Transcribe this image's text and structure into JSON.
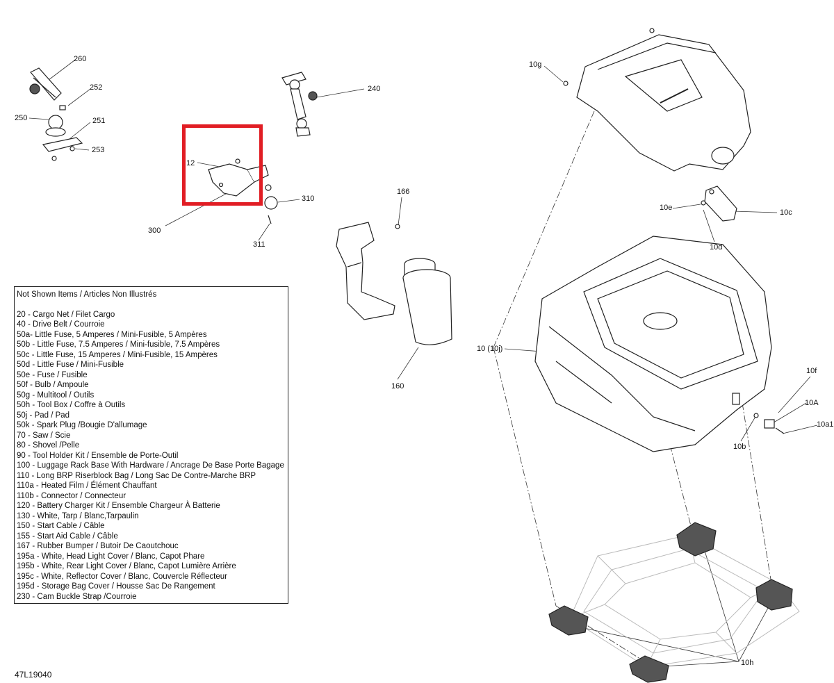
{
  "callouts": [
    {
      "id": "260",
      "text": "260"
    },
    {
      "id": "252",
      "text": "252"
    },
    {
      "id": "250",
      "text": "250"
    },
    {
      "id": "251",
      "text": "251"
    },
    {
      "id": "253",
      "text": "253"
    },
    {
      "id": "240",
      "text": "240"
    },
    {
      "id": "12",
      "text": "12"
    },
    {
      "id": "310",
      "text": "310"
    },
    {
      "id": "300",
      "text": "300"
    },
    {
      "id": "311",
      "text": "311"
    },
    {
      "id": "166",
      "text": "166"
    },
    {
      "id": "160",
      "text": "160"
    },
    {
      "id": "10g",
      "text": "10g"
    },
    {
      "id": "10e",
      "text": "10e"
    },
    {
      "id": "10c",
      "text": "10c"
    },
    {
      "id": "10d",
      "text": "10d"
    },
    {
      "id": "10-10j",
      "text": "10 (10j)"
    },
    {
      "id": "10f",
      "text": "10f"
    },
    {
      "id": "10A",
      "text": "10A"
    },
    {
      "id": "10a1",
      "text": "10a1"
    },
    {
      "id": "10b",
      "text": "10b"
    },
    {
      "id": "10h",
      "text": "10h"
    }
  ],
  "legend": {
    "title": "Not Shown Items / Articles Non Illustrés",
    "items": [
      "20 - Cargo Net / Filet Cargo",
      "40 - Drive Belt / Courroie",
      "50a- Little Fuse, 5  Amperes / Mini-Fusible, 5 Ampères",
      "50b - Little Fuse, 7.5 Amperes / Mini-fusible, 7.5 Ampères",
      "50c - Little Fuse, 15 Amperes / Mini-Fusible, 15 Ampères",
      "50d - Little Fuse / Mini-Fusible",
      "50e - Fuse / Fusible",
      "50f - Bulb / Ampoule",
      "50g - Multitool / Outils",
      "50h - Tool Box / Coffre à Outils",
      "50j - Pad / Pad",
      "50k - Spark Plug /Bougie D'allumage",
      "70 - Saw / Scie",
      "80 - Shovel /Pelle",
      "90 - Tool Holder Kit / Ensemble de Porte-Outil",
      "100 - Luggage Rack Base With Hardware / Ancrage De Base Porte Bagage",
      "110 - Long BRP Riserblock Bag / Long Sac De Contre-Marche BRP",
      "110a - Heated Film / Élément Chauffant",
      "110b - Connector / Connecteur",
      "120 - Battery Charger Kit / Ensemble Chargeur À Batterie",
      "130 - White, Tarp /  Blanc,Tarpaulin",
      "150 - Start Cable / Câble",
      "155 - Start Aid Cable / Câble",
      "167 - Rubber Bumper / Butoir De Caoutchouc",
      "195a - White, Head Light Cover / Blanc, Capot Phare",
      "195b - White, Rear Light Cover / Blanc, Capot Lumière Arrière",
      "195c - White, Reflector Cover / Blanc, Couvercle Réflecteur",
      "195d - Storage Bag Cover / Housse Sac De Rangement",
      "230 - Cam Buckle Strap /Courroie"
    ]
  },
  "drawing_number": "47L19040",
  "highlight_color": "#e11d24"
}
